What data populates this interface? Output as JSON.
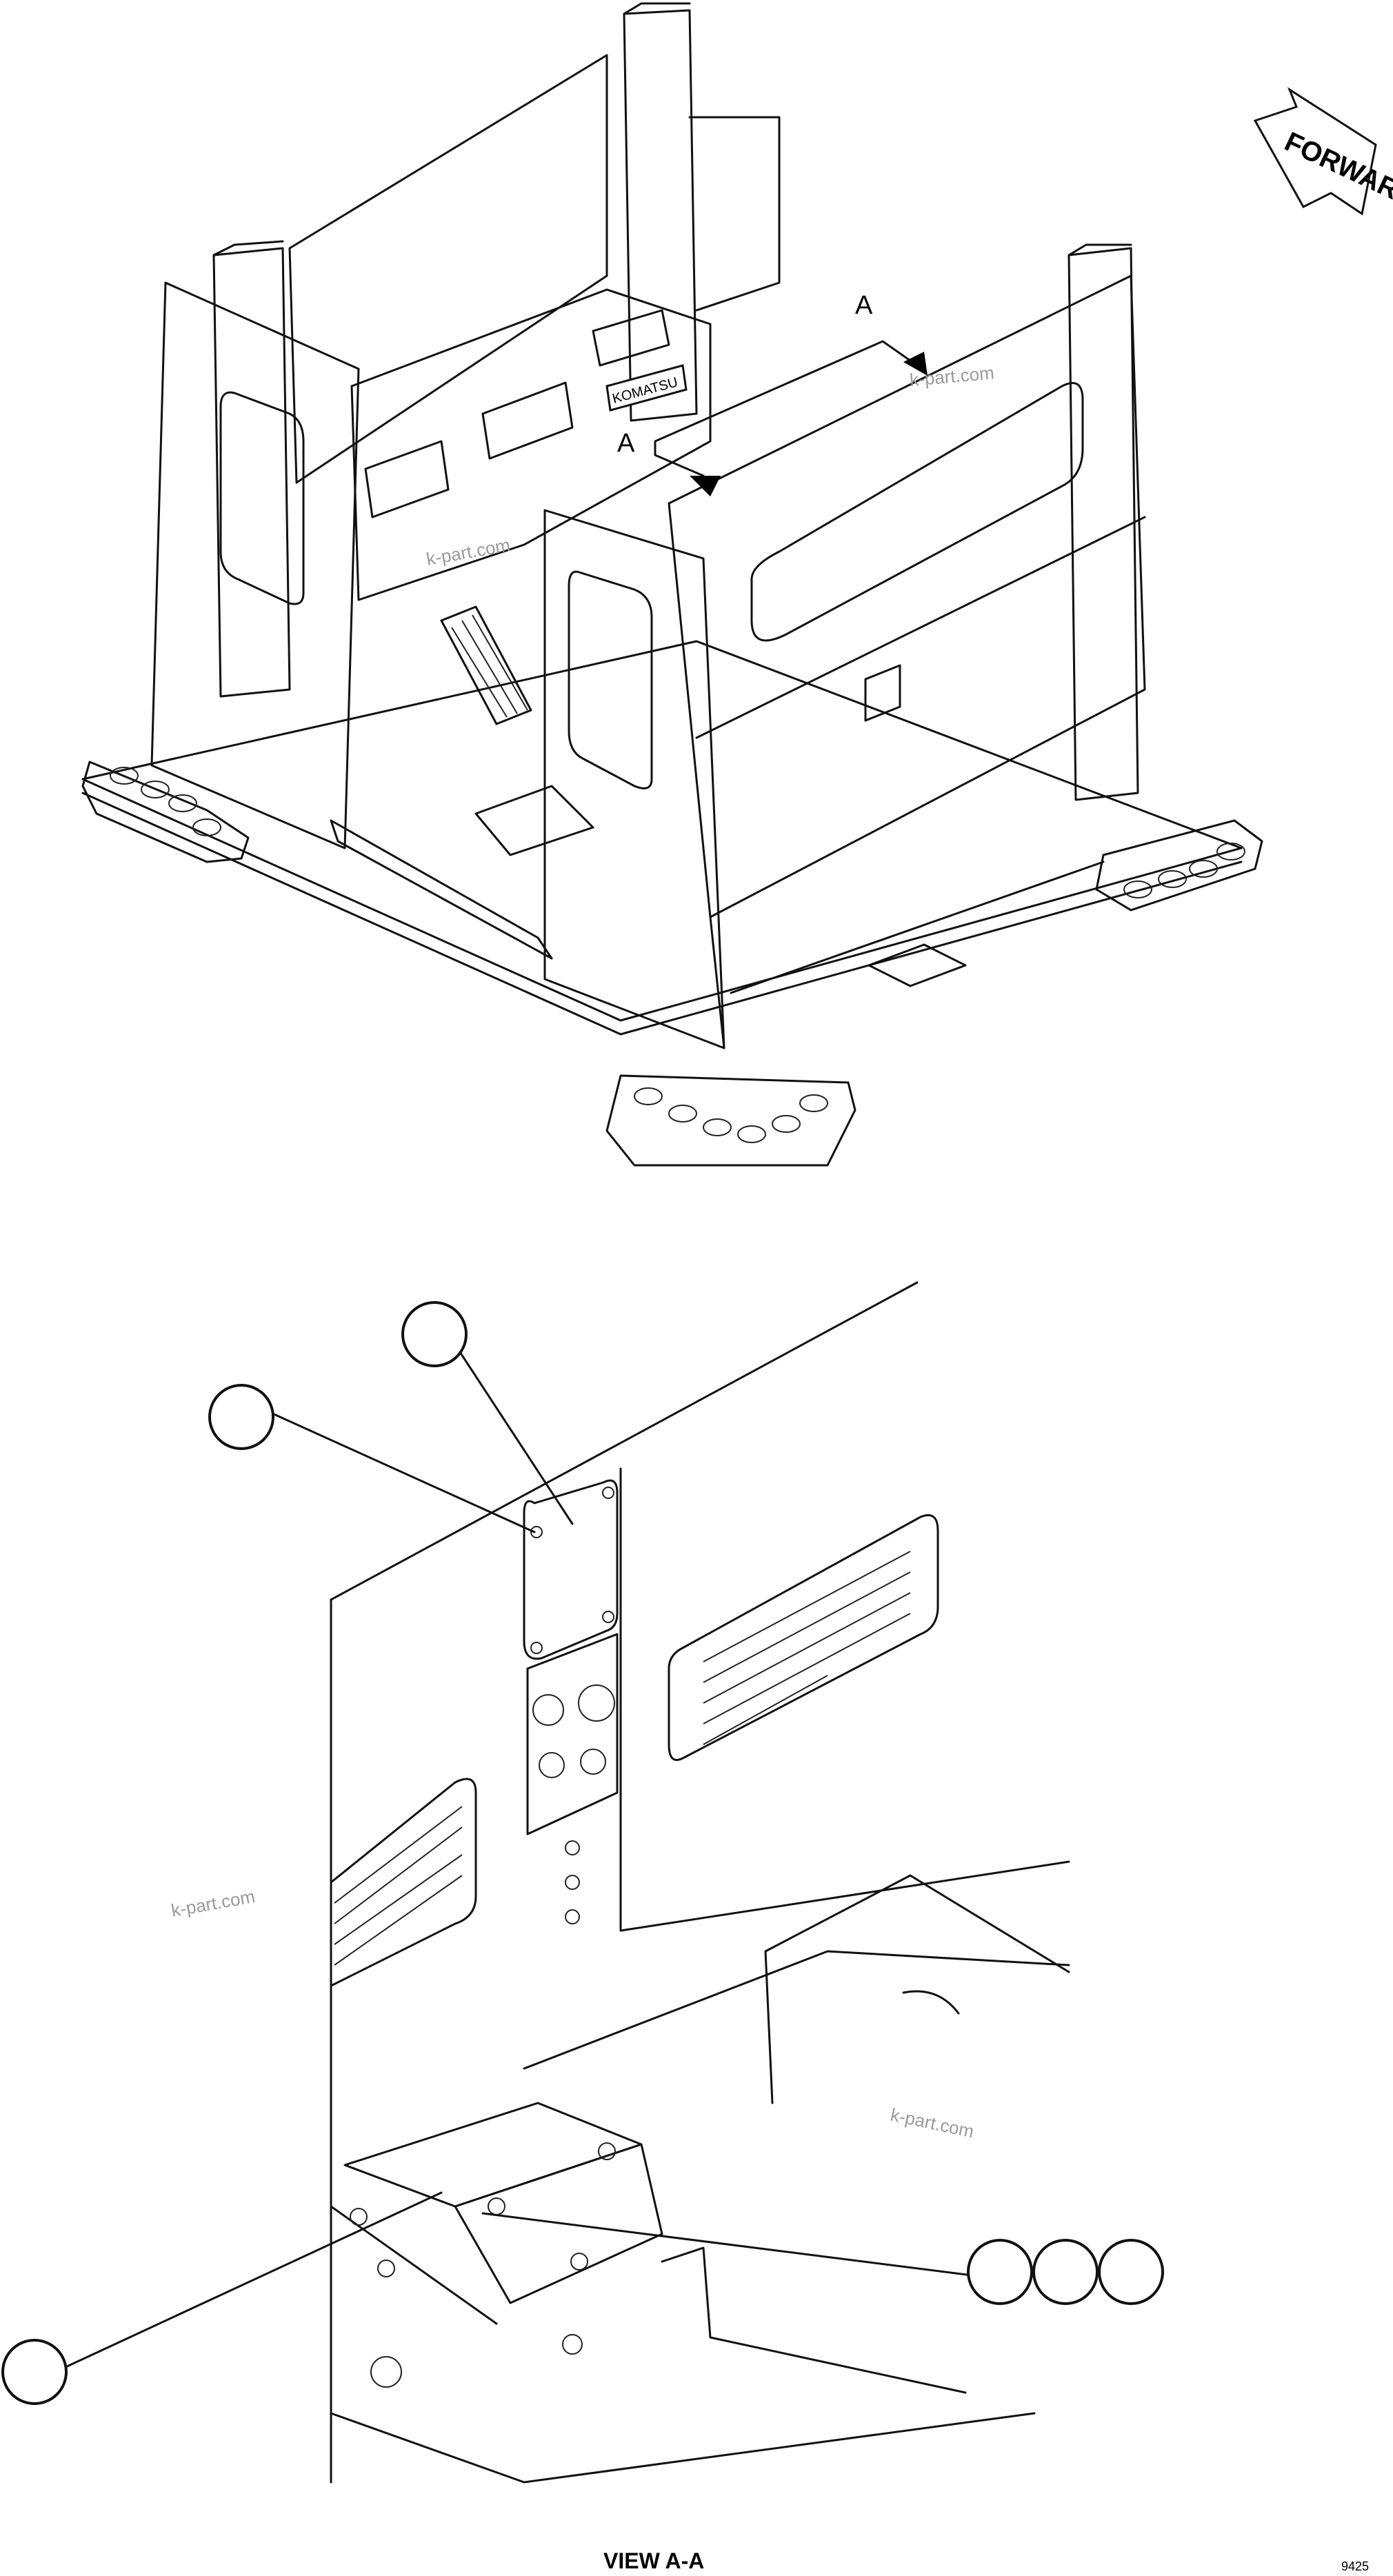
{
  "top_view": {
    "forward_label": "FORWARD",
    "brand_badge": "KOMATSU",
    "section_marker_upper": "A",
    "section_marker_lower": "A"
  },
  "detail_view": {
    "title": "VIEW A-A",
    "callout_bubbles": [
      "",
      "",
      "",
      "",
      "",
      "",
      ""
    ]
  },
  "watermarks": [
    "k-part.com",
    "k-part.com",
    "k-part.com",
    "k-part.com"
  ],
  "sheet_code": "9425"
}
